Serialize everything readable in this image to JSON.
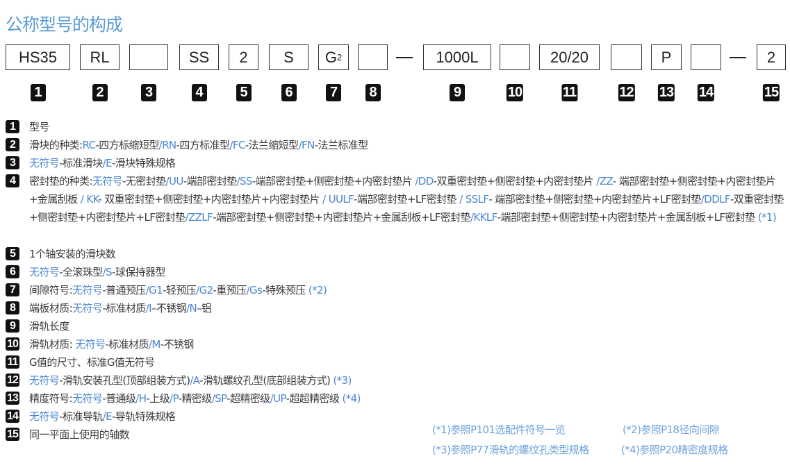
{
  "title": "公称型号的构成",
  "code_boxes": [
    "HS35",
    "RL",
    "",
    "SS",
    "2",
    "S",
    "G",
    "",
    "1000L",
    "",
    "20/20",
    "",
    "P",
    "",
    "2"
  ],
  "g_sub": "2",
  "badges": [
    "1",
    "2",
    "3",
    "4",
    "5",
    "6",
    "7",
    "8",
    "9",
    "10",
    "11",
    "12",
    "13",
    "14",
    "15"
  ],
  "items": [
    {
      "num": "1",
      "segs": [
        [
          "型号",
          0
        ]
      ]
    },
    {
      "num": "2",
      "segs": [
        [
          "滑块的种类:",
          0
        ],
        [
          "RC",
          1
        ],
        [
          "-四方标缩短型",
          0
        ],
        [
          "/RN",
          1
        ],
        [
          "-四方标准型",
          0
        ],
        [
          "/FC",
          1
        ],
        [
          "-法兰缩短型",
          0
        ],
        [
          "/FN",
          1
        ],
        [
          "-法兰标准型",
          0
        ]
      ]
    },
    {
      "num": "3",
      "segs": [
        [
          "无符号",
          1
        ],
        [
          "-标准滑块",
          0
        ],
        [
          "/E",
          1
        ],
        [
          "-滑块特殊规格",
          0
        ]
      ]
    },
    {
      "num": "4",
      "segs": [
        [
          "密封垫的种类:",
          0
        ],
        [
          "无符号",
          1
        ],
        [
          "-无密封垫",
          0
        ],
        [
          "/UU",
          1
        ],
        [
          "-端部密封垫",
          0
        ],
        [
          "/SS",
          1
        ],
        [
          "-端部密封垫+侧密封垫+内密封垫片",
          0
        ],
        [
          " /DD",
          1
        ],
        [
          "-双重密封垫+侧密封垫+内密封垫片",
          0
        ],
        [
          " /ZZ",
          1
        ],
        [
          "- 端部密封垫+侧密封垫+内密封垫片+金属刮板",
          0
        ],
        [
          " / KK",
          1
        ],
        [
          "- 双重密封垫+侧密封垫+内密封垫片+内密封垫片",
          0
        ],
        [
          " / UULF",
          1
        ],
        [
          "-端部密封垫+LF密封垫",
          0
        ],
        [
          " / SSLF",
          1
        ],
        [
          "- 端部密封垫+侧密封垫+内密封垫片+LF密封垫",
          0
        ],
        [
          "/DDLF",
          1
        ],
        [
          "-双重密封垫+侧密封垫+内密封垫片+LF密封垫",
          0
        ],
        [
          "/ZZLF",
          1
        ],
        [
          "-端部密封垫+侧密封垫+内密封垫片+金属刮板+LF密封垫",
          0
        ],
        [
          "/KKLF",
          1
        ],
        [
          "-端部密封垫+侧密封垫+内密封垫片+金属刮板+LF密封垫",
          0
        ],
        [
          " (*1)",
          1
        ]
      ]
    },
    {
      "num": "5",
      "segs": [
        [
          "1个轴安装的滑块数",
          0
        ]
      ]
    },
    {
      "num": "6",
      "segs": [
        [
          "无符号",
          1
        ],
        [
          "-全滚珠型",
          0
        ],
        [
          "/S",
          1
        ],
        [
          "-球保持器型",
          0
        ]
      ]
    },
    {
      "num": "7",
      "segs": [
        [
          "间隙符号:",
          0
        ],
        [
          "无符号",
          1
        ],
        [
          "-普通预压",
          0
        ],
        [
          "/G1",
          1
        ],
        [
          "-轻预压",
          0
        ],
        [
          "/G2",
          1
        ],
        [
          "-重预压",
          0
        ],
        [
          "/Gs",
          1
        ],
        [
          "-特殊预压",
          0
        ],
        [
          " (*2)",
          1
        ]
      ]
    },
    {
      "num": "8",
      "segs": [
        [
          "端板材质:",
          0
        ],
        [
          "无符号",
          1
        ],
        [
          "-标准材质",
          0
        ],
        [
          "/I",
          1
        ],
        [
          "–不锈钢",
          0
        ],
        [
          "/N",
          1
        ],
        [
          "–铝",
          0
        ]
      ]
    },
    {
      "num": "9",
      "segs": [
        [
          "滑轨长度",
          0
        ]
      ]
    },
    {
      "num": "10",
      "segs": [
        [
          "滑轨材质: ",
          0
        ],
        [
          "无符号",
          1
        ],
        [
          "-标准材质",
          0
        ],
        [
          "/M",
          1
        ],
        [
          "-不锈钢",
          0
        ]
      ]
    },
    {
      "num": "11",
      "segs": [
        [
          "G值的尺寸、标准G值无符号",
          0
        ]
      ]
    },
    {
      "num": "12",
      "segs": [
        [
          "无符号",
          1
        ],
        [
          "-滑轨安装孔型(顶部组装方式)",
          0
        ],
        [
          "/A",
          1
        ],
        [
          "-滑轨螺纹孔型(底部组装方式)",
          0
        ],
        [
          " (*3)",
          1
        ]
      ]
    },
    {
      "num": "13",
      "segs": [
        [
          "精度符号:",
          0
        ],
        [
          "无符号",
          1
        ],
        [
          "-普通级",
          0
        ],
        [
          "/H",
          1
        ],
        [
          "-上级",
          0
        ],
        [
          "/P",
          1
        ],
        [
          "-精密级",
          0
        ],
        [
          "/SP",
          1
        ],
        [
          "-超精密级",
          0
        ],
        [
          "/UP",
          1
        ],
        [
          "-超超精密级",
          0
        ],
        [
          " (*4)",
          1
        ]
      ]
    },
    {
      "num": "14",
      "segs": [
        [
          "无符号",
          1
        ],
        [
          "-标准导轨",
          0
        ],
        [
          "/E",
          1
        ],
        [
          "-导轨特殊规格",
          0
        ]
      ]
    },
    {
      "num": "15",
      "segs": [
        [
          "同一平面上使用的轴数",
          0
        ]
      ]
    }
  ],
  "notes": [
    "(*1)参照P101选配件符号一览",
    "(*2)参照P18径向间隙",
    "(*3)参照P77滑轨的螺纹孔类型规格",
    "(*4)参照P20精密度规格"
  ],
  "colors": {
    "blue": "#4a86d0",
    "title": "#5b9bd5"
  }
}
